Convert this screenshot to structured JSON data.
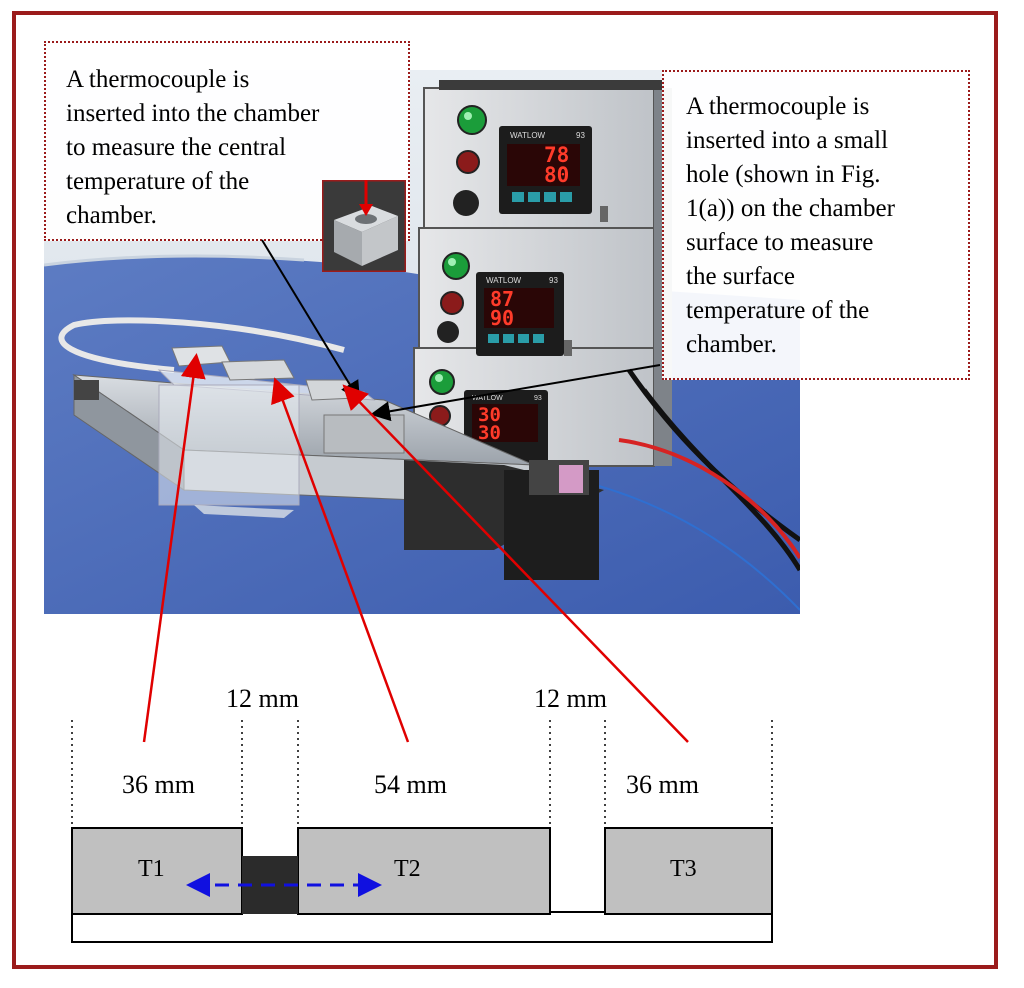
{
  "callouts": {
    "left": [
      "A thermocouple is",
      "inserted into the chamber",
      "to measure the central",
      "temperature of the",
      "chamber."
    ],
    "right": [
      "A thermocouple is",
      "inserted into a small",
      "hole (shown in Fig.",
      "1(a)) on the chamber",
      "surface to measure",
      "the surface",
      "temperature of the",
      "chamber."
    ]
  },
  "controllers": [
    {
      "brand": "WATLOW",
      "model": "93",
      "pv": "78",
      "sv": "80"
    },
    {
      "brand": "WATLOW",
      "model": "93",
      "pv": "87",
      "sv": "90"
    },
    {
      "brand": "WATLOW",
      "model": "93",
      "pv": "30",
      "sv": "30"
    }
  ],
  "dimensions": {
    "gap_left": "12 mm",
    "gap_right": "12 mm",
    "t1_width": "36 mm",
    "t2_width": "54 mm",
    "t3_width": "36 mm"
  },
  "segments": {
    "t1": "T1",
    "t2": "T2",
    "t3": "T3"
  },
  "colors": {
    "frame": "#9b1b1b",
    "pointer_red": "#e00000",
    "pointer_black": "#000000",
    "motion_arrow": "#1010e0",
    "segment_fill": "#c0c0c0",
    "block_fill": "#2b2b2b"
  }
}
